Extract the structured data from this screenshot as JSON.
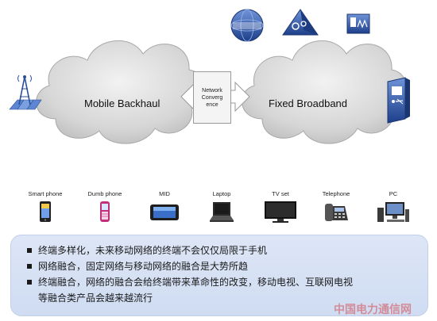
{
  "clouds": {
    "left_label": "Mobile Backhaul",
    "right_label": "Fixed Broadband",
    "center_box": "Network\nConverg\nence"
  },
  "devices": [
    {
      "label": "Smart phone",
      "icon": "smartphone-icon"
    },
    {
      "label": "Dumb phone",
      "icon": "dumb-phone-icon"
    },
    {
      "label": "MID",
      "icon": "mid-device-icon"
    },
    {
      "label": "Laptop",
      "icon": "laptop-icon"
    },
    {
      "label": "TV set",
      "icon": "tv-icon"
    },
    {
      "label": "Telephone",
      "icon": "telephone-icon"
    },
    {
      "label": "PC",
      "icon": "pc-icon"
    }
  ],
  "bullets": [
    "终端多样化，未来移动网络的终端不会仅仅局限于手机",
    "网络融合，固定网络与移动网络的融合是大势所趋",
    "终端融合，网络的融合会给终端带来革命性的改变，移动电视、互联网电视",
    "等融合类产品会越来越流行"
  ],
  "watermark": "中国电力通信网",
  "colors": {
    "cloud_fill": "#d4d4d4",
    "panel_bg": "#dbe4f5",
    "icon_blue": "#2a4f9a",
    "watermark": "#d62828"
  }
}
